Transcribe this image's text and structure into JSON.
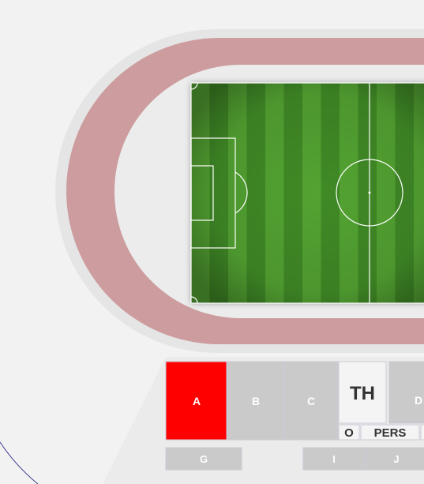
{
  "map": {
    "colors": {
      "background": "#f2f2f2",
      "outer_ring": "#e4e4e4",
      "track": "#cc9c9e",
      "infield": "#ececec",
      "pitch_light": "#52a332",
      "pitch_dark": "#3f8a26",
      "pitch_lines": "#ffffff",
      "section_default": "#cacaca",
      "section_selected": "#ff0000",
      "section_special": "#f4f4f4",
      "label_light": "#ffffff",
      "label_dark": "#333333",
      "section_border": "#bdbfd0"
    },
    "sections": {
      "A": {
        "label": "A",
        "selected": true
      },
      "B": {
        "label": "B",
        "selected": false
      },
      "C": {
        "label": "C",
        "selected": false
      },
      "TH": {
        "label": "TH",
        "selected": false
      },
      "D": {
        "label": "D",
        "selected": false
      },
      "O": {
        "label": "O",
        "selected": false
      },
      "PERS": {
        "label": "PERS",
        "selected": false
      },
      "G": {
        "label": "G",
        "selected": false
      },
      "I": {
        "label": "I",
        "selected": false
      },
      "J": {
        "label": "J",
        "selected": false
      }
    }
  }
}
